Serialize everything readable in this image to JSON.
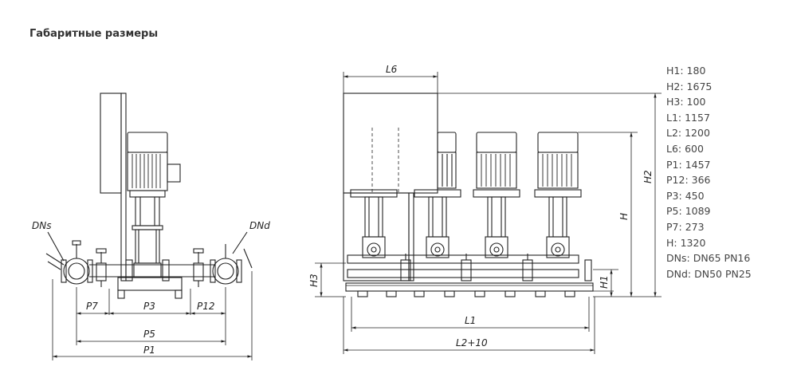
{
  "title": "Габаритные размеры",
  "left_view": {
    "labels": {
      "dns": "DNs",
      "dnd": "DNd",
      "p7": "P7",
      "p3": "P3",
      "p12": "P12",
      "p5": "P5",
      "p1": "P1"
    }
  },
  "right_view": {
    "labels": {
      "l6": "L6",
      "h2": "H2",
      "h": "H",
      "h3": "H3",
      "h1": "H1",
      "l1": "L1",
      "l2": "L2+10"
    }
  },
  "specs": [
    {
      "key": "H1",
      "value": "180"
    },
    {
      "key": "H2",
      "value": "1675"
    },
    {
      "key": "H3",
      "value": "100"
    },
    {
      "key": "L1",
      "value": "1157"
    },
    {
      "key": "L2",
      "value": "1200"
    },
    {
      "key": "L6",
      "value": "600"
    },
    {
      "key": "P1",
      "value": "1457"
    },
    {
      "key": "P12",
      "value": "366"
    },
    {
      "key": "P3",
      "value": "450"
    },
    {
      "key": "P5",
      "value": "1089"
    },
    {
      "key": "P7",
      "value": "273"
    },
    {
      "key": "H",
      "value": "1320"
    },
    {
      "key": "DNs",
      "value": "DN65 PN16"
    },
    {
      "key": "DNd",
      "value": "DN50 PN25"
    }
  ]
}
